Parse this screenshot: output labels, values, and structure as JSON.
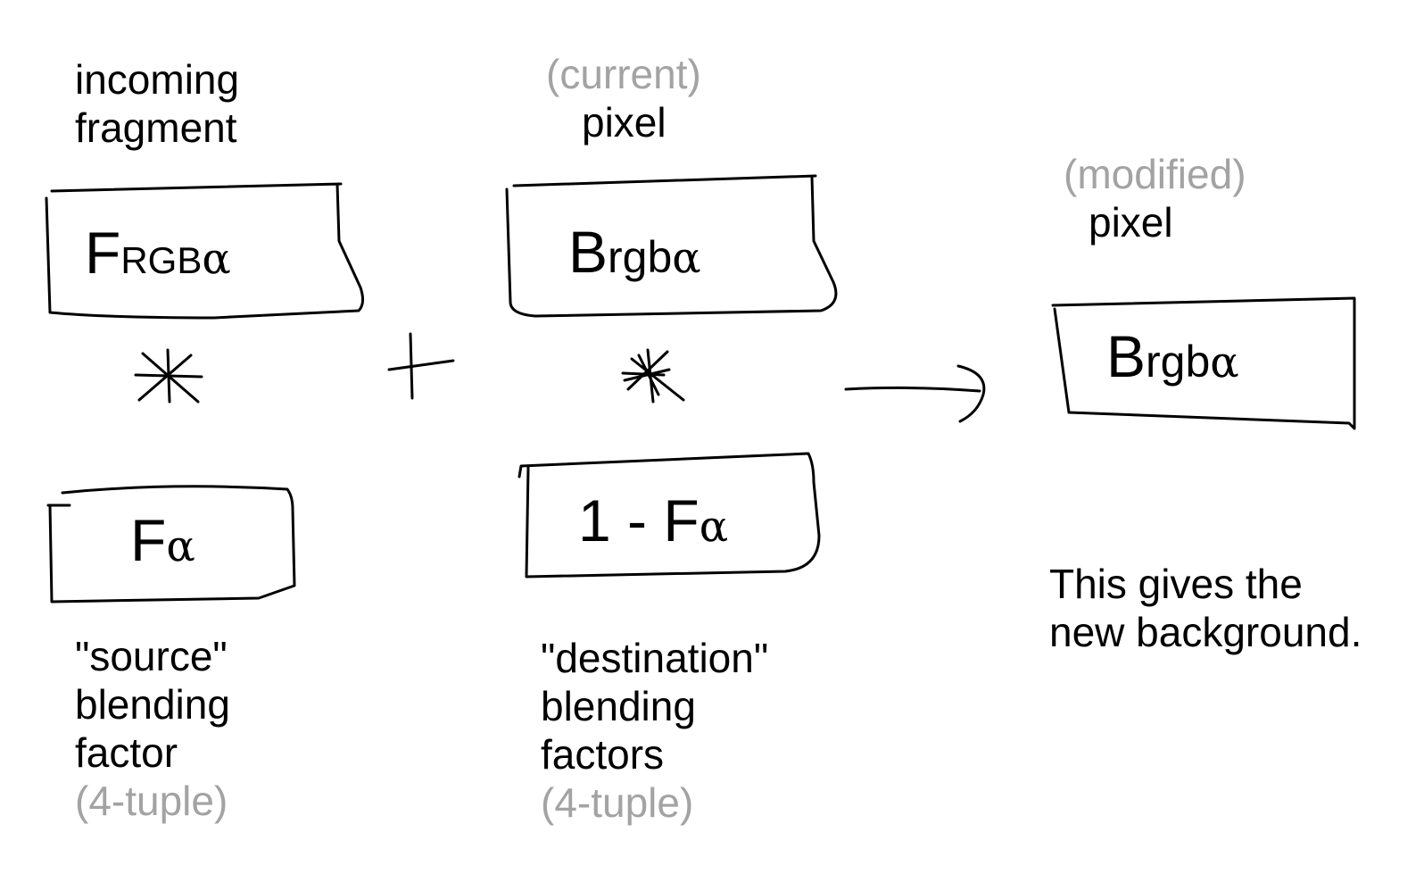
{
  "colors": {
    "ink": "#000000",
    "muted": "#a3a3a3",
    "background": "#ffffff"
  },
  "incoming": {
    "line1": "incoming",
    "line2": "fragment"
  },
  "current": {
    "qualifier": "(current)",
    "line2": "pixel"
  },
  "modified": {
    "qualifier": "(modified)",
    "line2": "pixel"
  },
  "source": {
    "line1": "\"source\"",
    "line2": "blending",
    "line3": "factor",
    "tuple": "(4-tuple)"
  },
  "destination": {
    "line1": "\"destination\"",
    "line2": "blending",
    "line3": "factors",
    "tuple": "(4-tuple)"
  },
  "note": {
    "line1": "This gives the",
    "line2": "new background."
  },
  "boxes": {
    "fragment": {
      "main": "F",
      "sub": "RGB",
      "greek": "α"
    },
    "pixel": {
      "main": "B",
      "sub": "rgb",
      "greek": "α"
    },
    "source_factor": {
      "main": "F",
      "greek": "α"
    },
    "dest_factor": {
      "prefix": "1 - F",
      "greek": "α"
    },
    "result": {
      "main": "B",
      "sub": "rgb",
      "greek": "α"
    }
  },
  "operators": {
    "multiply": "multiply-asterisk",
    "plus": "plus-sign",
    "arrow": "right-arrow"
  }
}
